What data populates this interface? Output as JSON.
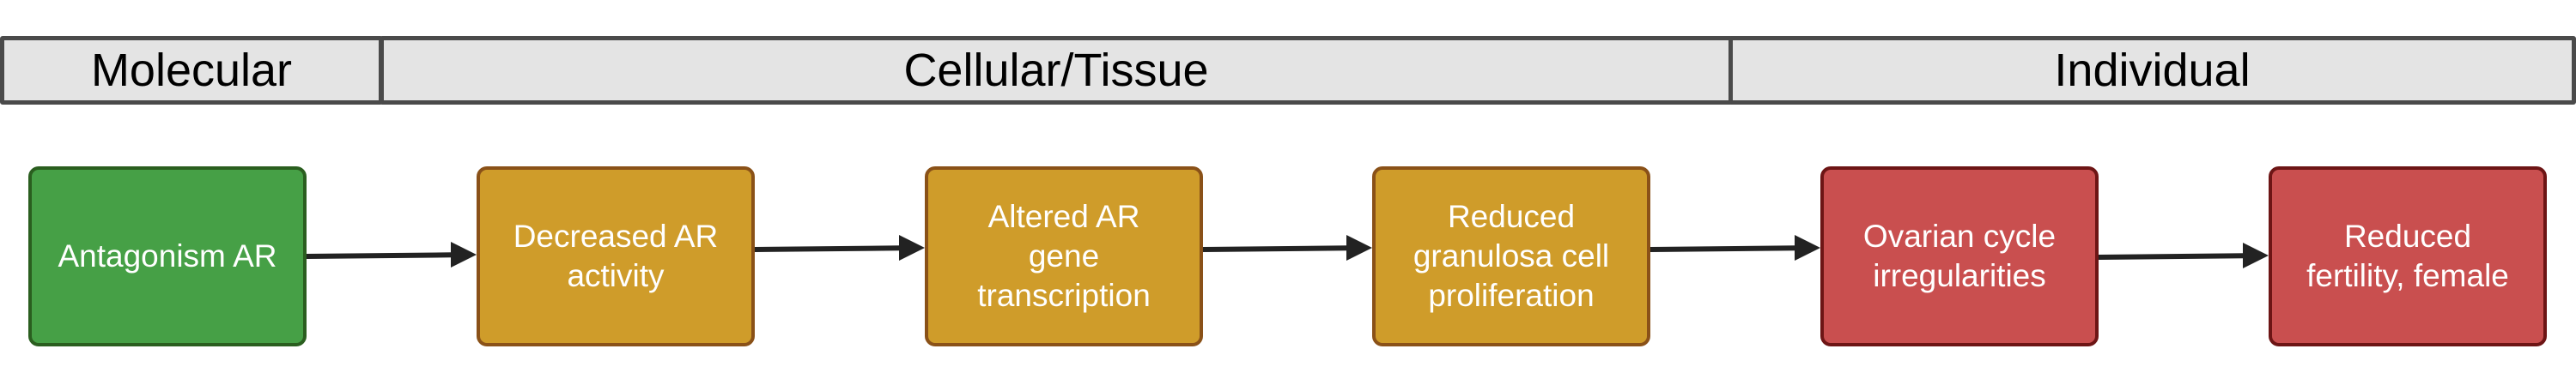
{
  "levels": [
    {
      "label": "Molecular"
    },
    {
      "label": "Cellular/Tissue"
    },
    {
      "label": "Individual"
    }
  ],
  "key_events": [
    {
      "label": "Antagonism AR",
      "level": "Molecular"
    },
    {
      "label": "Decreased AR\nactivity",
      "level": "Cellular/Tissue"
    },
    {
      "label": "Altered AR\ngene\ntranscription",
      "level": "Cellular/Tissue"
    },
    {
      "label": "Reduced\ngranulosa cell\nproliferation",
      "level": "Cellular/Tissue"
    },
    {
      "label": "Ovarian cycle\nirregularities",
      "level": "Individual"
    },
    {
      "label": "Reduced\nfertility, female",
      "level": "Individual"
    }
  ],
  "relationships": [
    {
      "from": 0,
      "to": 1
    },
    {
      "from": 1,
      "to": 2
    },
    {
      "from": 2,
      "to": 3
    },
    {
      "from": 3,
      "to": 4
    },
    {
      "from": 4,
      "to": 5
    }
  ],
  "colors": {
    "molecular_fill": "#46a046",
    "cellular_fill": "#cf9c2a",
    "individual_fill": "#c94f4f",
    "band_fill": "#e4e4e4",
    "arrow": "#222222"
  }
}
